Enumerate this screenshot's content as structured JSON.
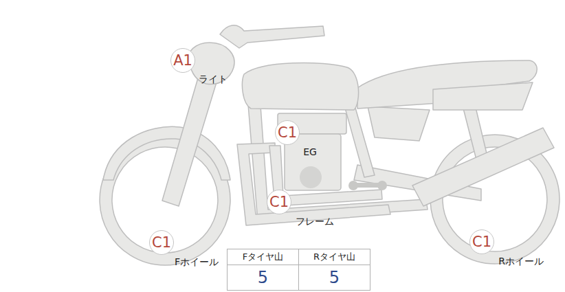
{
  "diagram": {
    "nodes": [
      {
        "text": [
          "A1",
          "ライト"
        ]
      },
      {
        "text": [
          "C1",
          "EG"
        ]
      },
      {
        "text": [
          "C1",
          "フレーム"
        ]
      },
      {
        "text": [
          "C1",
          "Fホイール"
        ]
      },
      {
        "text": [
          "C1",
          "Rホイール"
        ]
      }
    ],
    "labels": [
      "Fタイヤ山",
      "Rタイヤ山",
      "5",
      "5"
    ]
  }
}
